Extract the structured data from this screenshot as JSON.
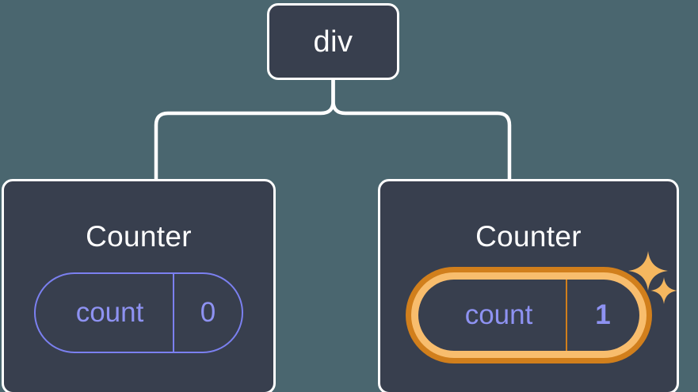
{
  "diagram": {
    "type": "component-tree",
    "background_color": "#4a666f",
    "node_fill_color": "#383f4e",
    "node_border_color": "#ffffff",
    "state_color": "#8e92f2",
    "highlight_outer_color": "#d17f1c",
    "highlight_inner_color": "#f8bd6d",
    "sparkle_color": "#f5b75f"
  },
  "root": {
    "label": "div"
  },
  "children": [
    {
      "label": "Counter",
      "state": {
        "key": "count",
        "value": "0"
      },
      "highlighted": false
    },
    {
      "label": "Counter",
      "state": {
        "key": "count",
        "value": "1"
      },
      "highlighted": true
    }
  ],
  "icons": {
    "sparkle_large": "sparkle-icon",
    "sparkle_small": "sparkle-icon"
  }
}
